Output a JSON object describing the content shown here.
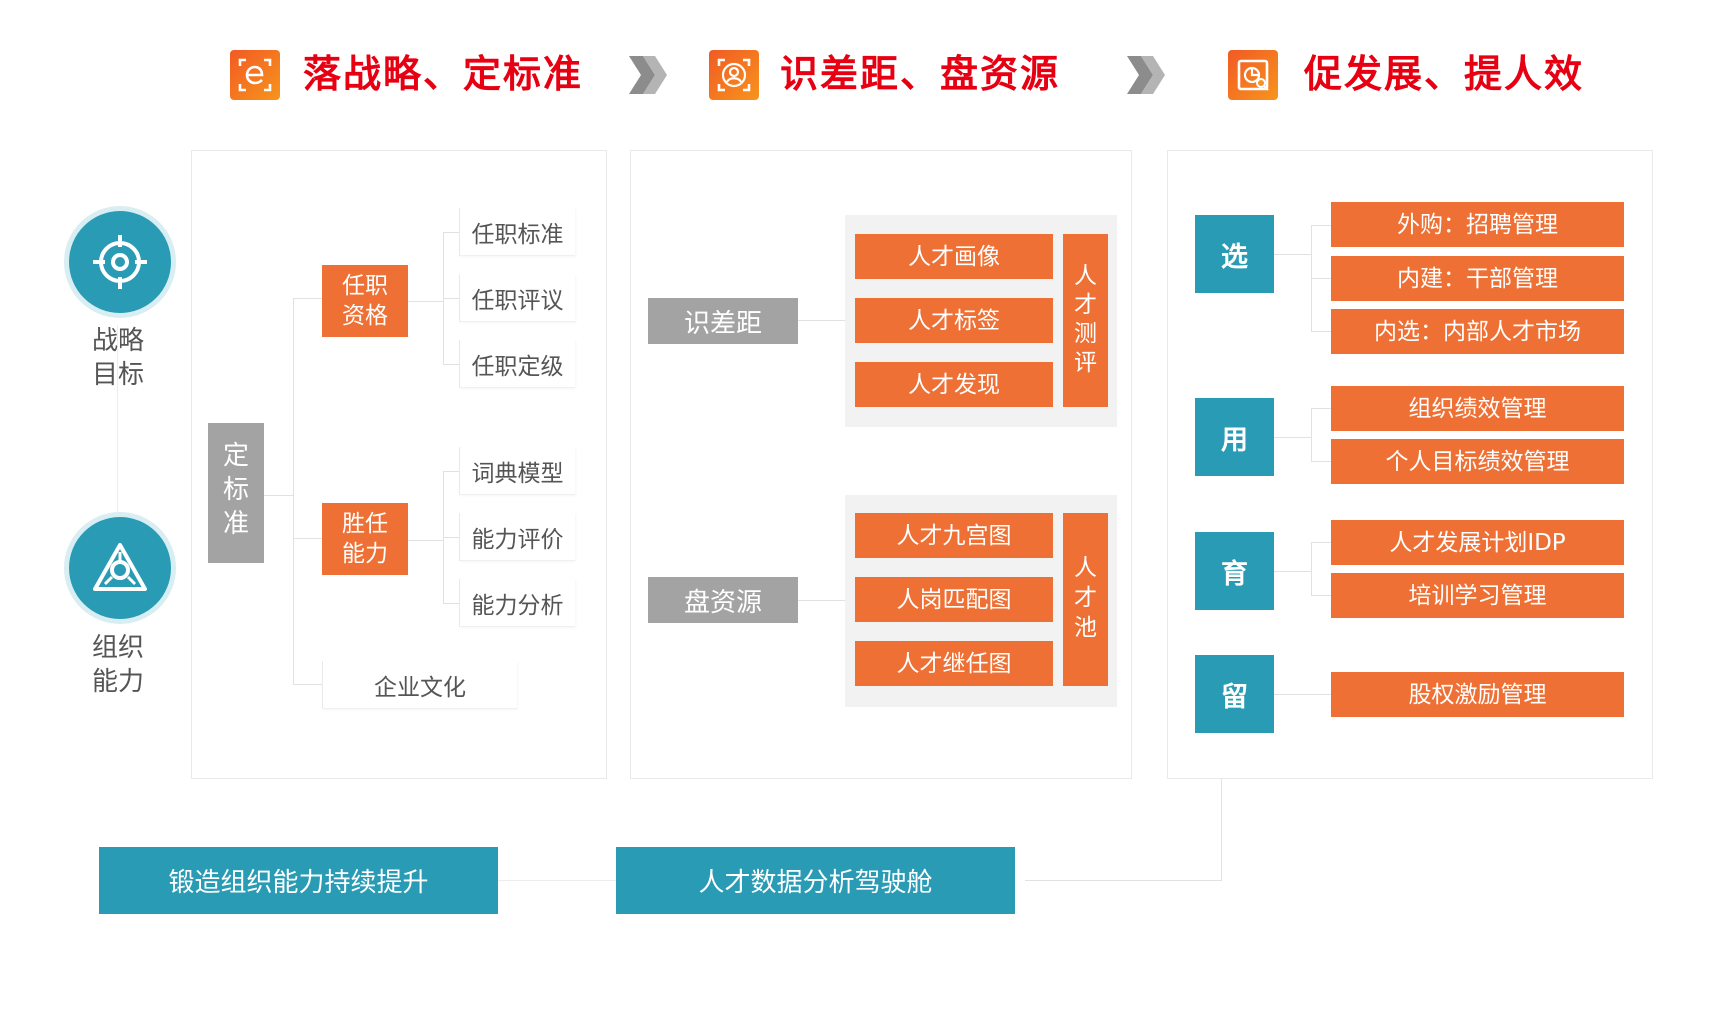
{
  "header": {
    "step1": "落战略、定标准",
    "step2": "识差距、盘资源",
    "step3": "促发展、提人效"
  },
  "side": {
    "top_label": "战略\n目标",
    "bottom_label": "组织\n能力"
  },
  "panel1": {
    "root": "定\n标\n准",
    "group1": {
      "label": "任职\n资格",
      "items": [
        "任职标准",
        "任职评议",
        "任职定级"
      ]
    },
    "group2": {
      "label": "胜任\n能力",
      "items": [
        "词典模型",
        "能力评价",
        "能力分析"
      ]
    },
    "culture": "企业文化"
  },
  "panel2": {
    "gap": "识差距",
    "gap_items": [
      "人才画像",
      "人才标签",
      "人才发现"
    ],
    "gap_side": "人\n才\n测\n评",
    "resource": "盘资源",
    "resource_items": [
      "人才九宫图",
      "人岗匹配图",
      "人才继任图"
    ],
    "resource_side": "人\n才\n池"
  },
  "panel3": {
    "select": {
      "label": "选",
      "items": [
        "外购：招聘管理",
        "内建：干部管理",
        "内选：内部人才市场"
      ]
    },
    "use": {
      "label": "用",
      "items": [
        "组织绩效管理",
        "个人目标绩效管理"
      ]
    },
    "develop": {
      "label": "育",
      "items": [
        "人才发展计划IDP",
        "培训学习管理"
      ]
    },
    "retain": {
      "label": "留",
      "items": [
        "股权激励管理"
      ]
    }
  },
  "bottom": {
    "left": "锻造组织能力持续提升",
    "right": "人才数据分析驾驶舱"
  },
  "colors": {
    "header_red": "#e60012",
    "orange": "#ee7034",
    "teal": "#2a9bb4",
    "gray": "#a3a3a3"
  },
  "icons": [
    "e-frame-icon",
    "person-scan-icon",
    "chart-search-icon",
    "target-icon",
    "triangle-network-icon",
    "double-chevron-icon"
  ]
}
